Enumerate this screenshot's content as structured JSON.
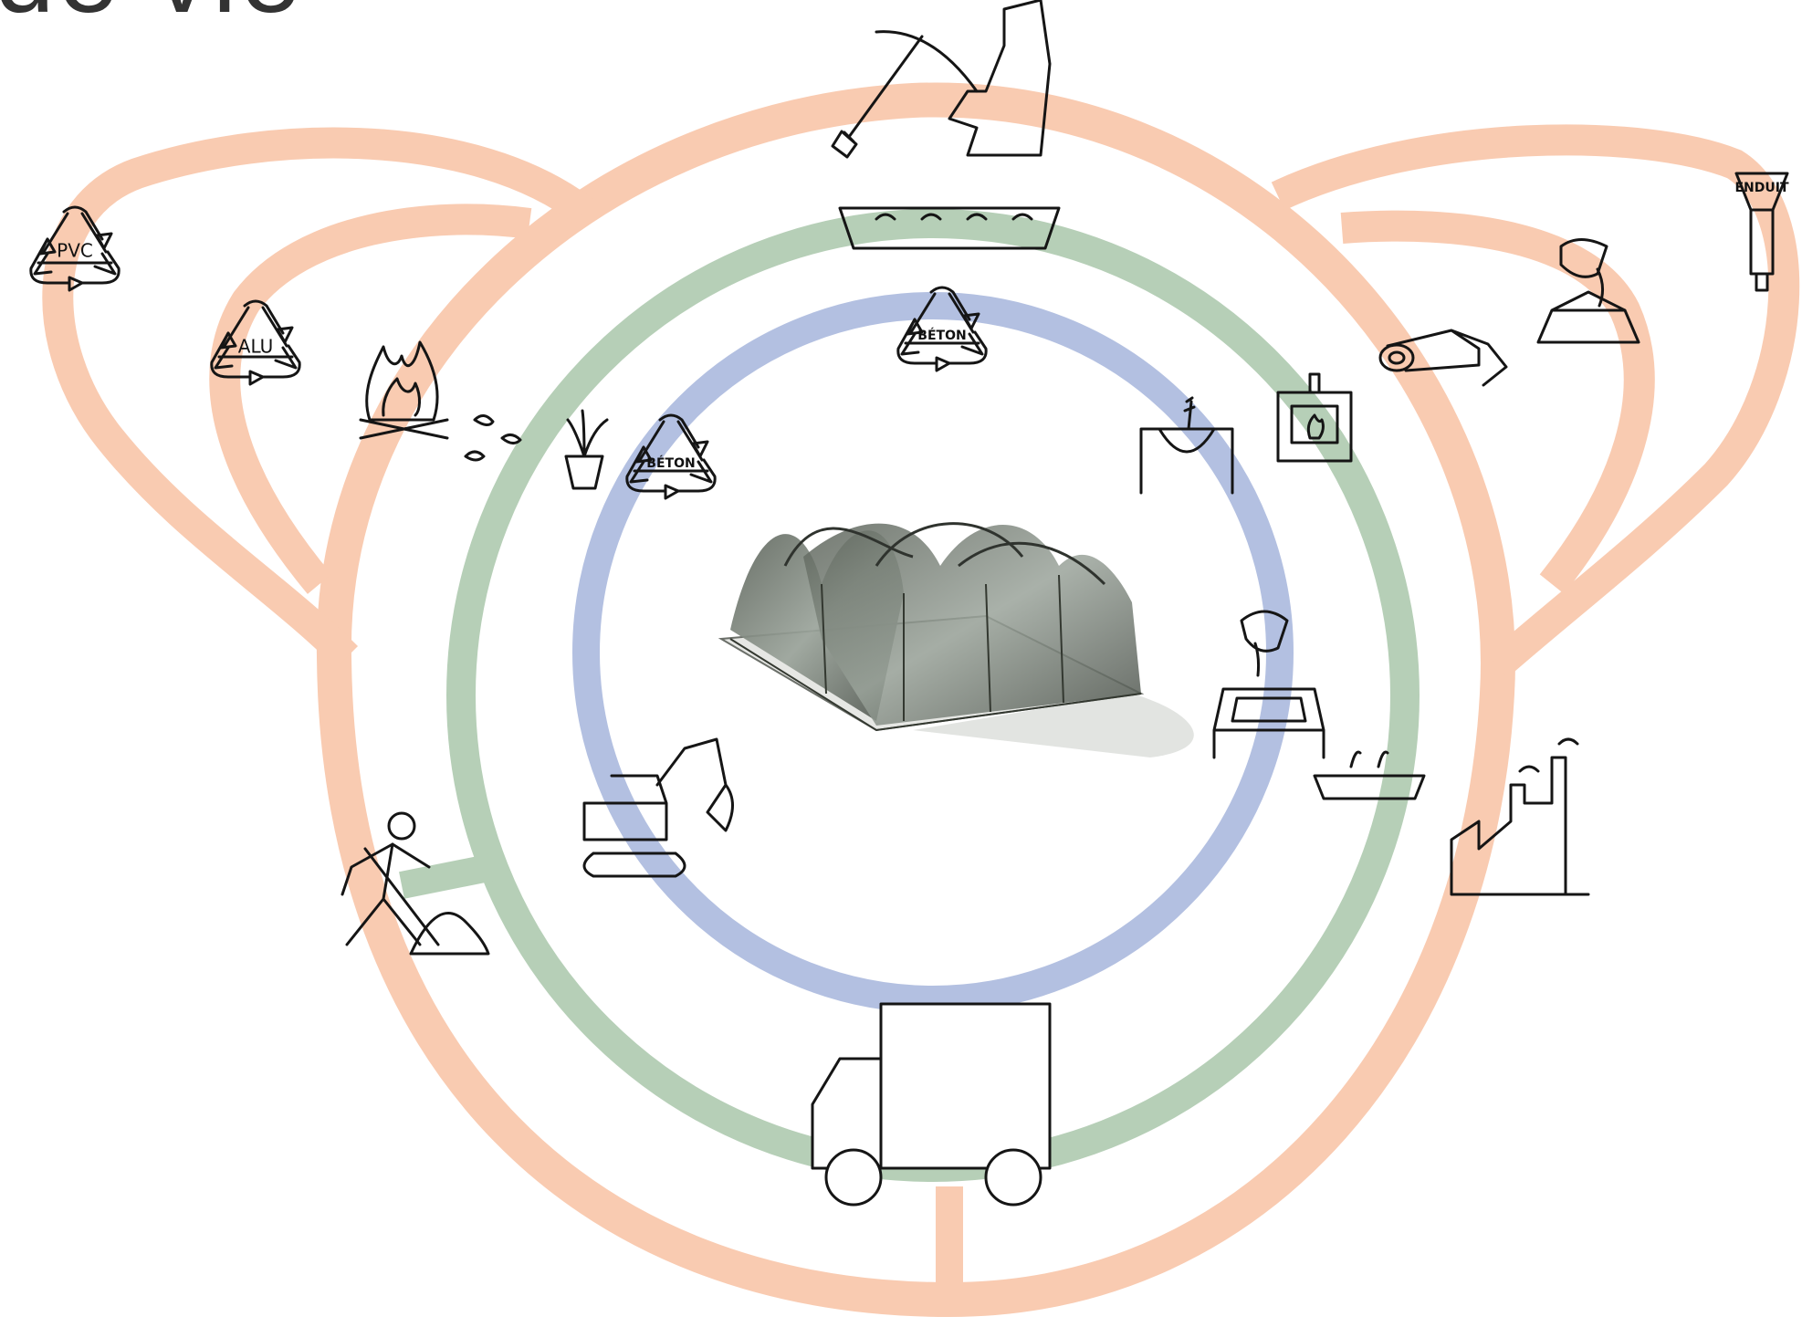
{
  "title_fragment": "de vie",
  "colors": {
    "outer_cycle": "#f9cbb1",
    "middle_cycle": "#b6cfb7",
    "inner_cycle": "#b3c0e1",
    "ink": "#151515"
  },
  "recycling_labels": {
    "pvc": "PVC",
    "alu": "ALU",
    "beton_top": "BÉTON",
    "beton_left": "BÉTON"
  },
  "tube_label": "ENDUIT"
}
